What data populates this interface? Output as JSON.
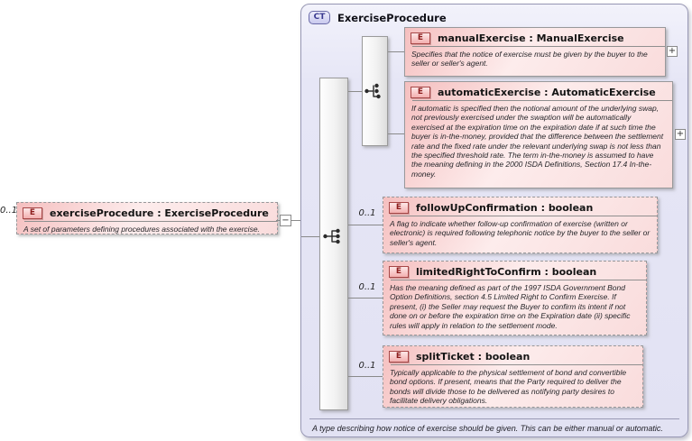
{
  "colon": " : ",
  "root_element": {
    "cardinality": "0..1",
    "badge": "E",
    "name": "exerciseProcedure",
    "type": "ExerciseProcedure",
    "annotation": "A set of parameters defining procedures associated with the exercise.",
    "collapse_glyph": "−"
  },
  "complex_type": {
    "badge": "CT",
    "title": "ExerciseProcedure",
    "annotation": "A type describing how notice of exercise should be given. This can be either manual or automatic."
  },
  "children": [
    {
      "badge": "E",
      "name": "manualExercise",
      "type": "ManualExercise",
      "annotation": "Specifies that the notice of exercise must be given by the buyer to the seller or seller's agent.",
      "expand_glyph": "+"
    },
    {
      "badge": "E",
      "name": "automaticExercise",
      "type": "AutomaticExercise",
      "annotation": "If automatic is specified then the notional amount of the underlying swap, not previously exercised under the swaption will be automatically exercised at the expiration time on the expiration date if at such time the buyer is in-the-money, provided that the difference between the settlement rate and the fixed rate under the relevant underlying swap is not less than the specified threshold rate. The term in-the-money is assumed to have the meaning defining in the 2000 ISDA Definitions, Section 17.4 In-the-money.",
      "expand_glyph": "+"
    },
    {
      "badge": "E",
      "cardinality": "0..1",
      "name": "followUpConfirmation",
      "type": "boolean",
      "annotation": "A flag to indicate whether follow-up confirmation of exercise (written or electronic) is required following telephonic notice by the buyer to the seller or seller's agent."
    },
    {
      "badge": "E",
      "cardinality": "0..1",
      "name": "limitedRightToConfirm",
      "type": "boolean",
      "annotation": "Has the meaning defined as part of the 1997 ISDA Government Bond Option Definitions, section 4.5 Limited Right to Confirm Exercise. If present, (i) the Seller may request the Buyer to confirm its intent if not done on or before the expiration time on the Expiration date (ii) specific rules will apply in relation to the settlement mode."
    },
    {
      "badge": "E",
      "cardinality": "0..1",
      "name": "splitTicket",
      "type": "boolean",
      "annotation": "Typically applicable to the physical settlement of bond and convertible bond options. If present, means that the Party required to deliver the bonds will divide those to be delivered as notifying party desires to facilitate delivery obligations."
    }
  ]
}
